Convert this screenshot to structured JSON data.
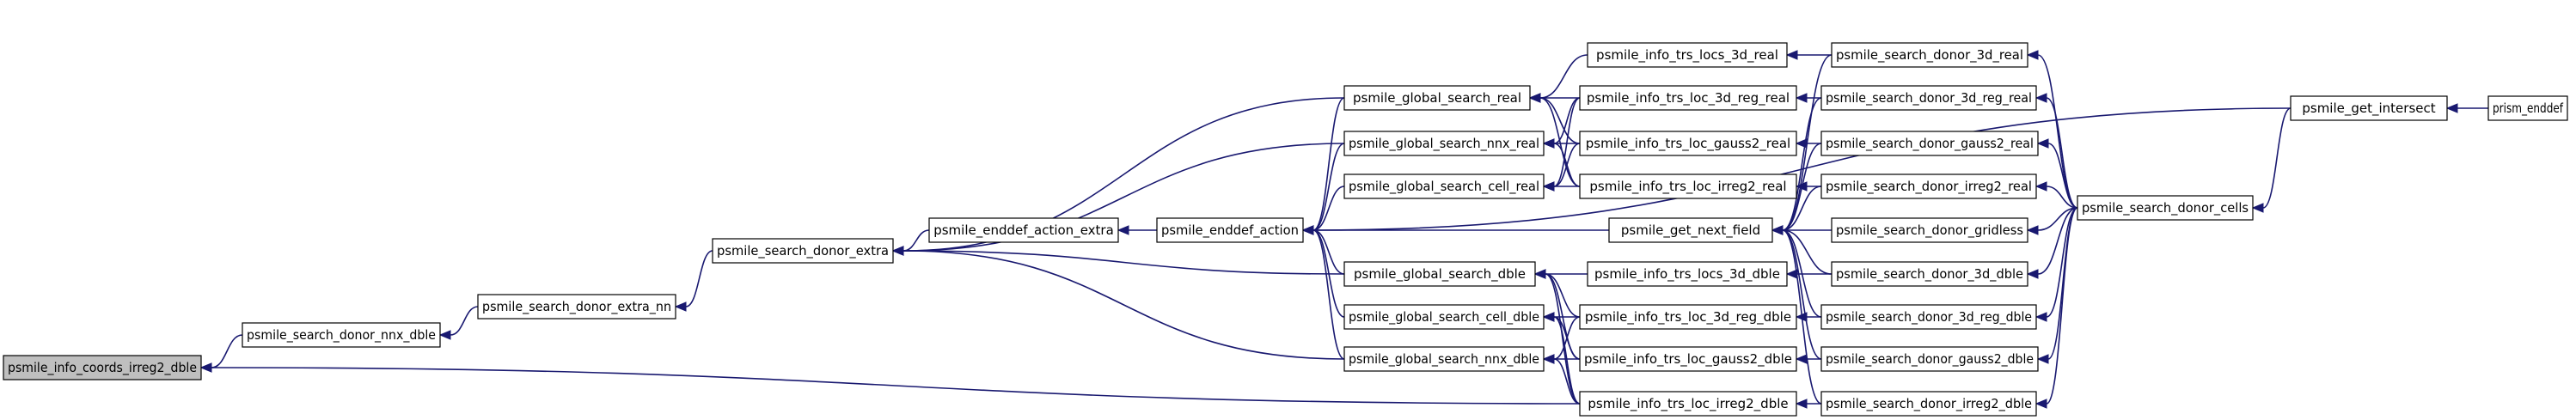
{
  "nodes": [
    {
      "id": "coords",
      "label": "psmile_info_coords_irreg2_dble",
      "root": true
    },
    {
      "id": "nnx_dble",
      "label": "psmile_search_donor_nnx_dble"
    },
    {
      "id": "extra_nn",
      "label": "psmile_search_donor_extra_nn"
    },
    {
      "id": "extra",
      "label": "psmile_search_donor_extra"
    },
    {
      "id": "action_extra",
      "label": "psmile_enddef_action_extra"
    },
    {
      "id": "enddef_action",
      "label": "psmile_enddef_action"
    },
    {
      "id": "gs_real",
      "label": "psmile_global_search_real"
    },
    {
      "id": "gs_nnx_real",
      "label": "psmile_global_search_nnx_real"
    },
    {
      "id": "gs_cell_real",
      "label": "psmile_global_search_cell_real"
    },
    {
      "id": "gs_dble",
      "label": "psmile_global_search_dble"
    },
    {
      "id": "gs_cell_dble",
      "label": "psmile_global_search_cell_dble"
    },
    {
      "id": "gs_nnx_dble",
      "label": "psmile_global_search_nnx_dble"
    },
    {
      "id": "get_next_field",
      "label": "psmile_get_next_field"
    },
    {
      "id": "locs3d_real",
      "label": "psmile_info_trs_locs_3d_real"
    },
    {
      "id": "loc3dreg_real",
      "label": "psmile_info_trs_loc_3d_reg_real"
    },
    {
      "id": "gauss2_real",
      "label": "psmile_info_trs_loc_gauss2_real"
    },
    {
      "id": "irreg2_real",
      "label": "psmile_info_trs_loc_irreg2_real"
    },
    {
      "id": "locs3d_dble",
      "label": "psmile_info_trs_locs_3d_dble"
    },
    {
      "id": "loc3dreg_dble",
      "label": "psmile_info_trs_loc_3d_reg_dble"
    },
    {
      "id": "gauss2_dble",
      "label": "psmile_info_trs_loc_gauss2_dble"
    },
    {
      "id": "irreg2_dble",
      "label": "psmile_info_trs_loc_irreg2_dble"
    },
    {
      "id": "sd_3d_real",
      "label": "psmile_search_donor_3d_real"
    },
    {
      "id": "sd_3dreg_real",
      "label": "psmile_search_donor_3d_reg_real"
    },
    {
      "id": "sd_gauss2_real",
      "label": "psmile_search_donor_gauss2_real"
    },
    {
      "id": "sd_irreg2_real",
      "label": "psmile_search_donor_irreg2_real"
    },
    {
      "id": "sd_gridless",
      "label": "psmile_search_donor_gridless"
    },
    {
      "id": "sd_3d_dble",
      "label": "psmile_search_donor_3d_dble"
    },
    {
      "id": "sd_3dreg_dble",
      "label": "psmile_search_donor_3d_reg_dble"
    },
    {
      "id": "sd_gauss2_dble",
      "label": "psmile_search_donor_gauss2_dble"
    },
    {
      "id": "sd_irreg2_dble",
      "label": "psmile_search_donor_irreg2_dble"
    },
    {
      "id": "sd_cells",
      "label": "psmile_search_donor_cells"
    },
    {
      "id": "get_intersect",
      "label": "psmile_get_intersect"
    },
    {
      "id": "prism_enddef",
      "label": "prism_enddef"
    }
  ],
  "edges": [
    [
      "nnx_dble",
      "coords"
    ],
    [
      "irreg2_dble",
      "coords"
    ],
    [
      "extra_nn",
      "nnx_dble"
    ],
    [
      "extra",
      "extra_nn"
    ],
    [
      "action_extra",
      "extra"
    ],
    [
      "gs_real",
      "extra"
    ],
    [
      "gs_nnx_real",
      "extra"
    ],
    [
      "gs_dble",
      "extra"
    ],
    [
      "gs_nnx_dble",
      "extra"
    ],
    [
      "enddef_action",
      "action_extra"
    ],
    [
      "gs_real",
      "enddef_action"
    ],
    [
      "gs_nnx_real",
      "enddef_action"
    ],
    [
      "gs_cell_real",
      "enddef_action"
    ],
    [
      "gs_dble",
      "enddef_action"
    ],
    [
      "gs_cell_dble",
      "enddef_action"
    ],
    [
      "gs_nnx_dble",
      "enddef_action"
    ],
    [
      "get_next_field",
      "enddef_action"
    ],
    [
      "get_intersect",
      "enddef_action"
    ],
    [
      "locs3d_real",
      "gs_real"
    ],
    [
      "loc3dreg_real",
      "gs_real"
    ],
    [
      "gauss2_real",
      "gs_real"
    ],
    [
      "irreg2_real",
      "gs_real"
    ],
    [
      "loc3dreg_real",
      "gs_nnx_real"
    ],
    [
      "gauss2_real",
      "gs_nnx_real"
    ],
    [
      "irreg2_real",
      "gs_nnx_real"
    ],
    [
      "loc3dreg_real",
      "gs_cell_real"
    ],
    [
      "gauss2_real",
      "gs_cell_real"
    ],
    [
      "irreg2_real",
      "gs_cell_real"
    ],
    [
      "locs3d_dble",
      "gs_dble"
    ],
    [
      "loc3dreg_dble",
      "gs_dble"
    ],
    [
      "gauss2_dble",
      "gs_dble"
    ],
    [
      "irreg2_dble",
      "gs_dble"
    ],
    [
      "loc3dreg_dble",
      "gs_cell_dble"
    ],
    [
      "gauss2_dble",
      "gs_cell_dble"
    ],
    [
      "irreg2_dble",
      "gs_cell_dble"
    ],
    [
      "loc3dreg_dble",
      "gs_nnx_dble"
    ],
    [
      "gauss2_dble",
      "gs_nnx_dble"
    ],
    [
      "irreg2_dble",
      "gs_nnx_dble"
    ],
    [
      "sd_3d_real",
      "locs3d_real"
    ],
    [
      "sd_3dreg_real",
      "loc3dreg_real"
    ],
    [
      "sd_gauss2_real",
      "gauss2_real"
    ],
    [
      "sd_irreg2_real",
      "irreg2_real"
    ],
    [
      "sd_3d_dble",
      "locs3d_dble"
    ],
    [
      "sd_3dreg_dble",
      "loc3dreg_dble"
    ],
    [
      "sd_gauss2_dble",
      "gauss2_dble"
    ],
    [
      "sd_irreg2_dble",
      "irreg2_dble"
    ],
    [
      "sd_3d_real",
      "get_next_field"
    ],
    [
      "sd_3dreg_real",
      "get_next_field"
    ],
    [
      "sd_gauss2_real",
      "get_next_field"
    ],
    [
      "sd_irreg2_real",
      "get_next_field"
    ],
    [
      "sd_gridless",
      "get_next_field"
    ],
    [
      "sd_3d_dble",
      "get_next_field"
    ],
    [
      "sd_3dreg_dble",
      "get_next_field"
    ],
    [
      "sd_gauss2_dble",
      "get_next_field"
    ],
    [
      "sd_irreg2_dble",
      "get_next_field"
    ],
    [
      "sd_cells",
      "sd_3d_real"
    ],
    [
      "sd_cells",
      "sd_3dreg_real"
    ],
    [
      "sd_cells",
      "sd_gauss2_real"
    ],
    [
      "sd_cells",
      "sd_irreg2_real"
    ],
    [
      "sd_cells",
      "sd_gridless"
    ],
    [
      "sd_cells",
      "sd_3d_dble"
    ],
    [
      "sd_cells",
      "sd_3dreg_dble"
    ],
    [
      "sd_cells",
      "sd_gauss2_dble"
    ],
    [
      "sd_cells",
      "sd_irreg2_dble"
    ],
    [
      "get_intersect",
      "sd_cells"
    ],
    [
      "prism_enddef",
      "get_intersect"
    ]
  ]
}
